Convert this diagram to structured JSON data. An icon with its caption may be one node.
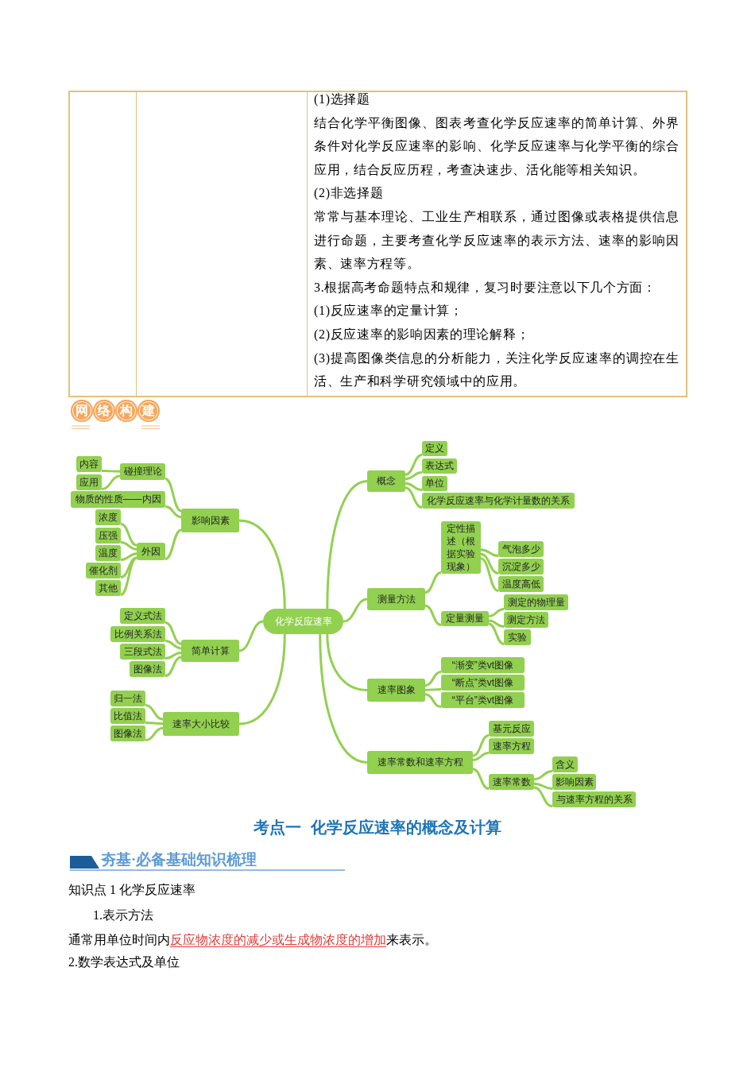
{
  "diagram": {
    "nodes": [
      {
        "text": [
          "化学反应速率"
        ]
      },
      {
        "text": [
          "影响因素"
        ]
      },
      {
        "text": [
          "碰撞理论"
        ]
      },
      {
        "text": [
          "内容"
        ]
      },
      {
        "text": [
          "应用"
        ]
      },
      {
        "text": [
          "物质的性质——内因"
        ]
      },
      {
        "text": [
          "外因"
        ]
      },
      {
        "text": [
          "浓度"
        ]
      },
      {
        "text": [
          "压强"
        ]
      },
      {
        "text": [
          "温度"
        ]
      },
      {
        "text": [
          "催化剂"
        ]
      },
      {
        "text": [
          "其他"
        ]
      },
      {
        "text": [
          "简单计算"
        ]
      },
      {
        "text": [
          "定义式法"
        ]
      },
      {
        "text": [
          "比例关系法"
        ]
      },
      {
        "text": [
          "三段式法"
        ]
      },
      {
        "text": [
          "图像法"
        ]
      },
      {
        "text": [
          "速率大小比较"
        ]
      },
      {
        "text": [
          "归一法"
        ]
      },
      {
        "text": [
          "比值法"
        ]
      },
      {
        "text": [
          "图像法"
        ]
      },
      {
        "text": [
          "概念"
        ]
      },
      {
        "text": [
          "定义"
        ]
      },
      {
        "text": [
          "表达式"
        ]
      },
      {
        "text": [
          "单位"
        ]
      },
      {
        "text": [
          "化学反应速率与化学计量数的关系"
        ]
      },
      {
        "text": [
          "测量方法"
        ]
      },
      {
        "text": [
          "定性描述（根据实验现象）"
        ]
      },
      {
        "text": [
          "气泡多少"
        ]
      },
      {
        "text": [
          "沉淀多少"
        ]
      },
      {
        "text": [
          "温度高低"
        ]
      },
      {
        "text": [
          "定量测量"
        ]
      },
      {
        "text": [
          "测定的物理量"
        ]
      },
      {
        "text": [
          "测定方法"
        ]
      },
      {
        "text": [
          "实验"
        ]
      },
      {
        "text": [
          "速率图象"
        ]
      },
      {
        "text": [
          "“渐变”类vt图像"
        ]
      },
      {
        "text": [
          "“断点”类vt图像"
        ]
      },
      {
        "text": [
          "“平台”类vt图像"
        ]
      },
      {
        "text": [
          "速率常数和速率方程"
        ]
      },
      {
        "text": [
          "基元反应"
        ]
      },
      {
        "text": [
          "速率方程"
        ]
      },
      {
        "text": [
          "速率常数"
        ]
      },
      {
        "text": [
          "含义"
        ]
      },
      {
        "text": [
          "影响因素"
        ]
      },
      {
        "text": [
          "与速率方程的关系"
        ]
      }
    ],
    "edges": [
      {
        "from": 0,
        "to": 1,
        "arrow": "none"
      },
      {
        "from": 1,
        "to": 2,
        "arrow": "none"
      },
      {
        "from": 2,
        "to": 3,
        "arrow": "none"
      },
      {
        "from": 2,
        "to": 4,
        "arrow": "none"
      },
      {
        "from": 1,
        "to": 5,
        "arrow": "none"
      },
      {
        "from": 1,
        "to": 6,
        "arrow": "none"
      },
      {
        "from": 6,
        "to": 7,
        "arrow": "none"
      },
      {
        "from": 6,
        "to": 8,
        "arrow": "none"
      },
      {
        "from": 6,
        "to": 9,
        "arrow": "none"
      },
      {
        "from": 6,
        "to": 10,
        "arrow": "none"
      },
      {
        "from": 6,
        "to": 11,
        "arrow": "none"
      },
      {
        "from": 0,
        "to": 12,
        "arrow": "none"
      },
      {
        "from": 12,
        "to": 13,
        "arrow": "none"
      },
      {
        "from": 12,
        "to": 14,
        "arrow": "none"
      },
      {
        "from": 12,
        "to": 15,
        "arrow": "none"
      },
      {
        "from": 12,
        "to": 16,
        "arrow": "none"
      },
      {
        "from": 0,
        "to": 17,
        "arrow": "none"
      },
      {
        "from": 17,
        "to": 18,
        "arrow": "none"
      },
      {
        "from": 17,
        "to": 19,
        "arrow": "none"
      },
      {
        "from": 17,
        "to": 20,
        "arrow": "none"
      },
      {
        "from": 0,
        "to": 21,
        "arrow": "none"
      },
      {
        "from": 21,
        "to": 22,
        "arrow": "none"
      },
      {
        "from": 21,
        "to": 23,
        "arrow": "none"
      },
      {
        "from": 21,
        "to": 24,
        "arrow": "none"
      },
      {
        "from": 21,
        "to": 25,
        "arrow": "none"
      },
      {
        "from": 0,
        "to": 26,
        "arrow": "none"
      },
      {
        "from": 26,
        "to": 27,
        "arrow": "none"
      },
      {
        "from": 27,
        "to": 28,
        "arrow": "none"
      },
      {
        "from": 27,
        "to": 29,
        "arrow": "none"
      },
      {
        "from": 27,
        "to": 30,
        "arrow": "none"
      },
      {
        "from": 26,
        "to": 31,
        "arrow": "none"
      },
      {
        "from": 31,
        "to": 32,
        "arrow": "none"
      },
      {
        "from": 31,
        "to": 33,
        "arrow": "none"
      },
      {
        "from": 31,
        "to": 34,
        "arrow": "none"
      },
      {
        "from": 0,
        "to": 35,
        "arrow": "none"
      },
      {
        "from": 35,
        "to": 36,
        "arrow": "none"
      },
      {
        "from": 35,
        "to": 37,
        "arrow": "none"
      },
      {
        "from": 35,
        "to": 38,
        "arrow": "none"
      },
      {
        "from": 0,
        "to": 39,
        "arrow": "none"
      },
      {
        "from": 39,
        "to": 40,
        "arrow": "none"
      },
      {
        "from": 39,
        "to": 41,
        "arrow": "none"
      },
      {
        "from": 39,
        "to": 42,
        "arrow": "none"
      },
      {
        "from": 42,
        "to": 43,
        "arrow": "none"
      },
      {
        "from": 42,
        "to": 44,
        "arrow": "none"
      },
      {
        "from": 42,
        "to": 45,
        "arrow": "none"
      }
    ],
    "labels": [
      "(1)选择题",
      "结合化学平衡图像、图表考查化学反应速率的简单计算、外界条件对化学反应速率的影响、化学反应速率与化学平衡的综合应用，结合反应历程，考查决速步、活化能等相关知识。",
      "(2)非选择题",
      "常常与基本理论、工业生产相联系，通过图像或表格提供信息进行命题，主要考查化学反应速率的表示方法、速率的影响因素、速率方程等。",
      "3.根据高考命题特点和规律，复习时要注意以下几个方面：",
      "(1)反应速率的定量计算；",
      "(2)反应速率的影响因素的理论解释；",
      "(3)提高图像类信息的分析能力，关注化学反应速率的调控在生活、生产和科学研究领域中的应用。",
      "网",
      "络",
      "构",
      "建",
      "考点一  化学反应速率的概念及计算",
      "夯基·必备基础知识梳理",
      "知识点 1 化学反应速率",
      "1.表示方法",
      "通常用单位时间内",
      "反应物浓度的减少或生成物浓度的增加",
      "来表示。",
      "2.数学表达式及单位"
    ]
  }
}
